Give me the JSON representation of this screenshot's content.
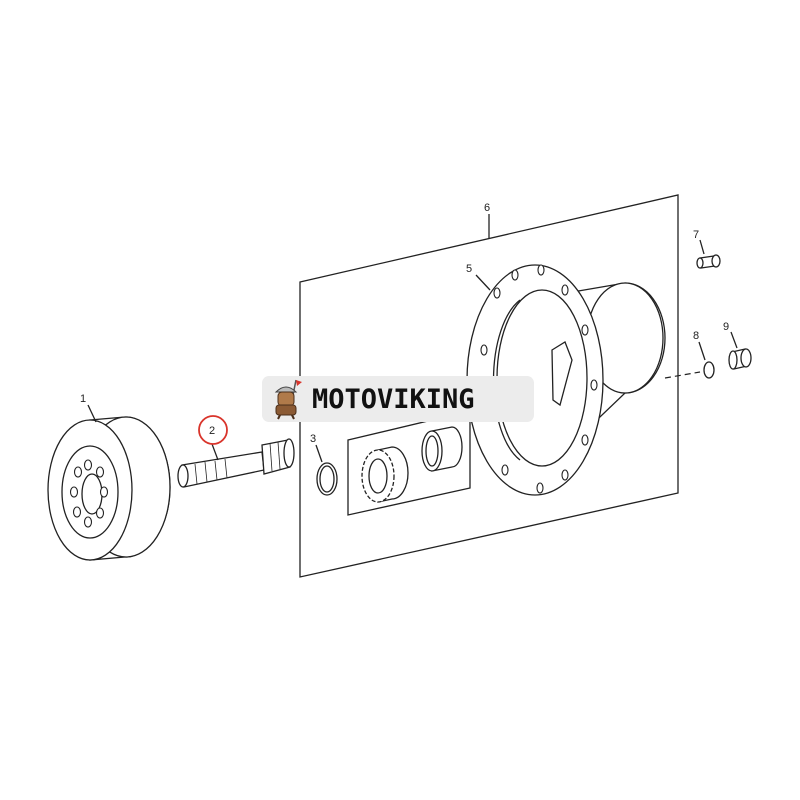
{
  "diagram": {
    "callouts": [
      "1",
      "2",
      "3",
      "5",
      "6",
      "7",
      "8",
      "9"
    ],
    "highlighted_callout": "2",
    "highlight_color": "#d9342b"
  },
  "watermark": {
    "text": "MOTOVIKING"
  }
}
